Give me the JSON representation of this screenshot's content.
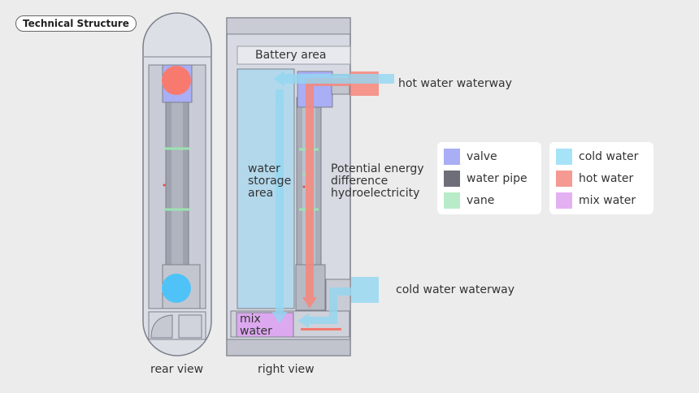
{
  "badge": "Technical Structure",
  "labels": {
    "battery_area": "Battery area",
    "hot_waterway": "hot water waterway",
    "cold_waterway": "cold water waterway",
    "water_storage": "water\nstorage\narea",
    "potential": "Potential energy\ndifference\nhydroelectricity",
    "mix_water": "mix\nwater",
    "rear_view": "rear view",
    "right_view": "right view"
  },
  "legend_left": [
    {
      "label": "valve",
      "color": "#a9aef5"
    },
    {
      "label": "water pipe",
      "color": "#6e6e78"
    },
    {
      "label": "vane",
      "color": "#b8ecc8"
    }
  ],
  "legend_right": [
    {
      "label": "cold water",
      "color": "#a7e3f7"
    },
    {
      "label": "hot water",
      "color": "#f59a92"
    },
    {
      "label": "mix water",
      "color": "#e3b0f2"
    }
  ]
}
